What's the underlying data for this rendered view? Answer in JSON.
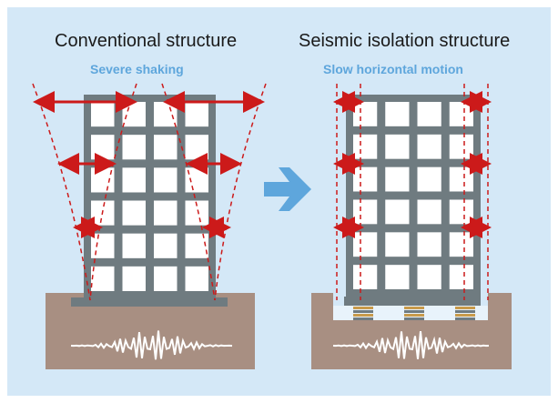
{
  "left": {
    "title": "Conventional structure",
    "subtitle": "Severe shaking"
  },
  "right": {
    "title": "Seismic isolation structure",
    "subtitle": "Slow horizontal motion"
  },
  "colors": {
    "background": "#d4e8f7",
    "building": "#6f7b80",
    "window": "#ffffff",
    "ground": "#a88f82",
    "arrow_red": "#cc1a1a",
    "arrow_blue": "#5ea6dc",
    "subtitle_blue": "#5ea6dc",
    "isolator": "#c89a4a"
  }
}
